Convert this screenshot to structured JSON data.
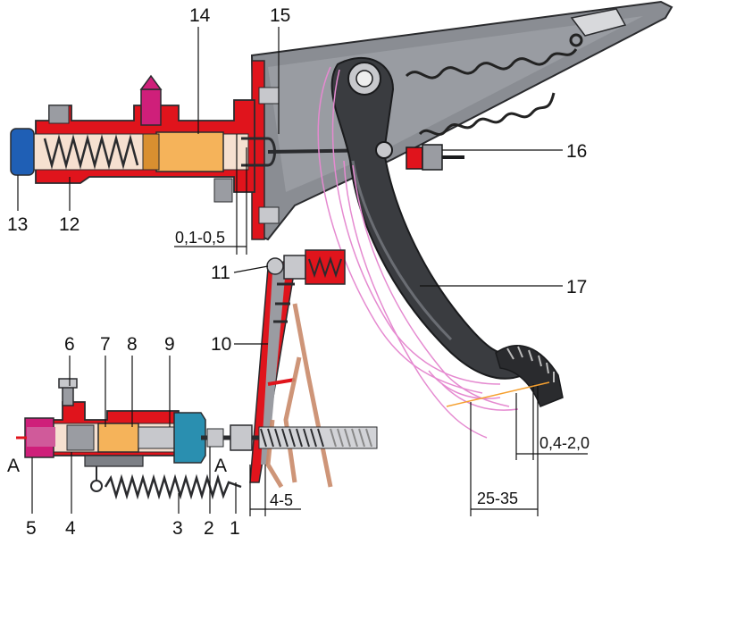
{
  "labels": {
    "l1": "1",
    "l2": "2",
    "l3": "3",
    "l4": "4",
    "l5": "5",
    "l6": "6",
    "l7": "7",
    "l8": "8",
    "l9": "9",
    "l10": "10",
    "l11": "11",
    "l12": "12",
    "l13": "13",
    "l14": "14",
    "l15": "15",
    "l16": "16",
    "l17": "17"
  },
  "letters": {
    "a_left": "A",
    "a_right": "A"
  },
  "dimensions": {
    "gap_master": "0,1-0,5",
    "gap_slave": "4-5",
    "pedal_free_play": "25-35",
    "pedal_gap": "0,4-2,0"
  },
  "colors": {
    "body_red": "#e0141c",
    "piston_orange": "#f5b35a",
    "cap_blue": "#1f5fb5",
    "cap_magenta": "#cf1f7a",
    "metal_gray": "#7d8086",
    "dark_metal": "#3a3c40",
    "outline_pink": "#e58ad0",
    "lever_tan": "#c98a6a"
  }
}
